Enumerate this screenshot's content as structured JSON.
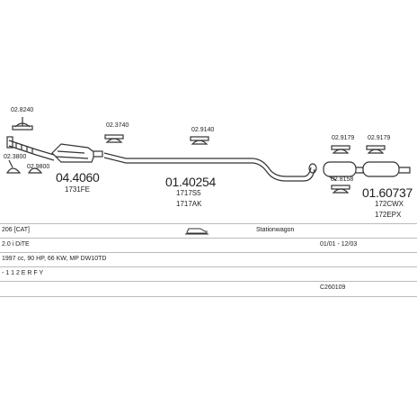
{
  "parts": {
    "clamp_top": "02.8240",
    "clamp_left": "02.3800",
    "clamp_small": "02.9800",
    "main_cat": "04.4060",
    "main_cat_sub": "1731FE",
    "clamp_mid1": "02.3740",
    "clamp_mid2": "02.9140",
    "middle": "01.40254",
    "middle_sub1": "1717S5",
    "middle_sub2": "1717AK",
    "clamp_rear1": "02.9179",
    "clamp_rear2": "02.9179",
    "clamp_rear3": "02.8158",
    "rear": "01.60737",
    "rear_sub1": "172CWX",
    "rear_sub2": "172EPX"
  },
  "info": {
    "model": "206 [CAT]",
    "body": "Stationwagon",
    "engine": "2.0 i DiTE",
    "dates": "01/01 - 12/03",
    "spec": "1997 cc, 90 HP, 66 KW, MP DW10TD",
    "code": "- 1 1 2 E R F Y",
    "ref": "C260109"
  },
  "icons": {
    "car": "car-side-icon"
  }
}
